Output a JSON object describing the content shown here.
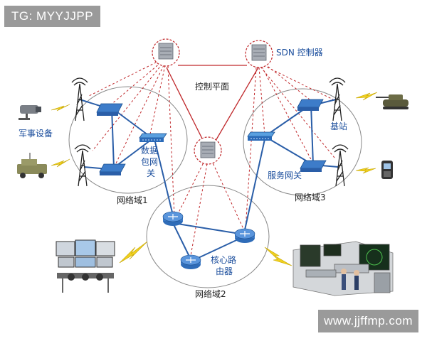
{
  "watermarks": {
    "top": "TG: MYYJJPP",
    "bottom": "www.jjffmp.com"
  },
  "labels": {
    "military": "军事设备",
    "packet_gateway": [
      "数据",
      "包网",
      "关"
    ],
    "control_plane": "控制平面",
    "sdn_controller": "SDN 控制器",
    "base_station": "基站",
    "service_gateway": "服务网关",
    "core_router": [
      "核心路",
      "由器"
    ],
    "domain1": "网络域1",
    "domain2": "网络域2",
    "domain3": "网络域3"
  },
  "colors": {
    "link": "#2a5ea8",
    "control": "#c0282b",
    "domain": "#888888",
    "label": "#1a4d9c"
  }
}
